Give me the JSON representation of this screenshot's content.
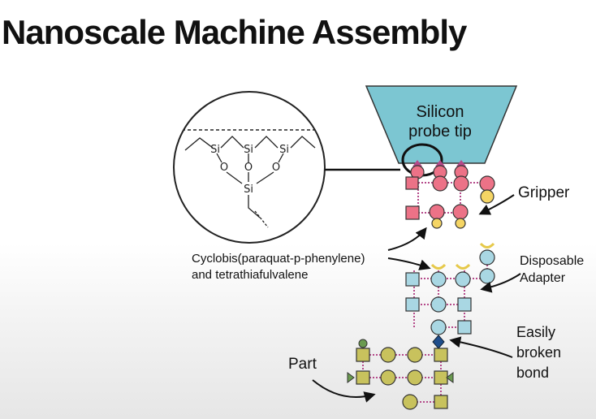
{
  "title": "Nanoscale Machine Assembly",
  "probe": {
    "line1": "Silicon",
    "line2": "probe tip"
  },
  "inset": {
    "atoms": {
      "si_top": "Si",
      "si_bottom": "Si",
      "oxygen": "O"
    }
  },
  "labels": {
    "gripper": "Gripper",
    "adapter_line1": "Disposable",
    "adapter_line2": "Adapter",
    "bond_line1": "Easily",
    "bond_line2": "broken",
    "bond_line3": "bond",
    "molecule_line1": "Cyclobis(paraquat-p-phenylene)",
    "molecule_line2": "and tetrathiafulvalene",
    "part": "Part"
  },
  "colors": {
    "probe_fill": "#7cc6d2",
    "gripper": "#ec7287",
    "adapter": "#a9d7e3",
    "part": "#c8c25d",
    "accent_yellow": "#f5d564",
    "link": "#b54a8a",
    "bond": "#1f4e8c"
  }
}
